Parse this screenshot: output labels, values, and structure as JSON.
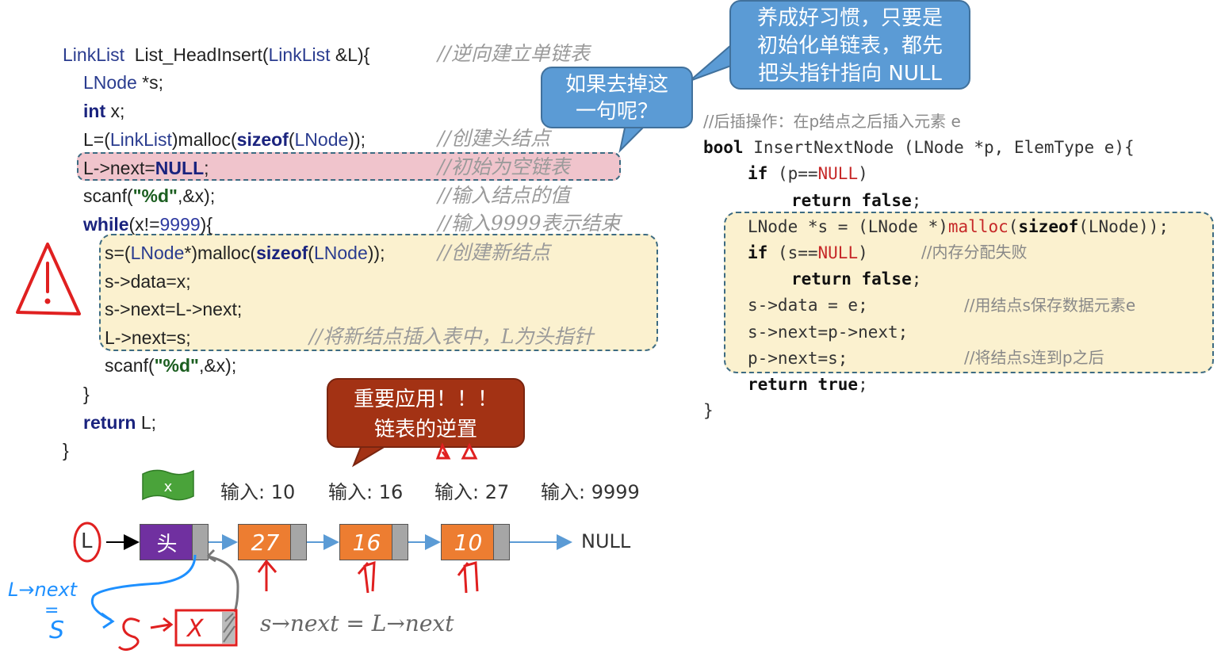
{
  "left_code": {
    "lines": [
      {
        "parts": [
          [
            "ty",
            "LinkList"
          ],
          [
            "",
            "  List_HeadInsert("
          ],
          [
            "ty",
            "LinkList"
          ],
          [
            "",
            " &L){"
          ]
        ]
      },
      {
        "parts": [
          [
            "ty",
            "LNode"
          ],
          [
            "",
            " *s;"
          ]
        ]
      },
      {
        "parts": [
          [
            "kw",
            "int"
          ],
          [
            "",
            " x;"
          ]
        ]
      },
      {
        "parts": [
          [
            "",
            "L=("
          ],
          [
            "ty",
            "LinkList"
          ],
          [
            "",
            ")malloc("
          ],
          [
            "kw",
            "sizeof"
          ],
          [
            "",
            "("
          ],
          [
            "ty",
            "LNode"
          ],
          [
            "",
            "));"
          ]
        ]
      },
      {
        "parts": [
          [
            "",
            "L->next="
          ],
          [
            "kw",
            "NULL"
          ],
          [
            "",
            ";"
          ]
        ]
      },
      {
        "parts": [
          [
            "",
            "scanf("
          ],
          [
            "str",
            "\"%d\""
          ],
          [
            "",
            ",&x);"
          ]
        ]
      },
      {
        "parts": [
          [
            "kw",
            "while"
          ],
          [
            "",
            "(x!="
          ],
          [
            "num",
            "9999"
          ],
          [
            "",
            "){"
          ]
        ]
      },
      {
        "parts": [
          [
            "",
            "s=("
          ],
          [
            "ty",
            "LNode"
          ],
          [
            "",
            "*)malloc("
          ],
          [
            "kw",
            "sizeof"
          ],
          [
            "",
            "("
          ],
          [
            "ty",
            "LNode"
          ],
          [
            "",
            "));"
          ]
        ]
      },
      {
        "parts": [
          [
            "",
            "s->data=x;"
          ]
        ]
      },
      {
        "parts": [
          [
            "",
            "s->next=L->next;"
          ]
        ]
      },
      {
        "parts": [
          [
            "",
            "L->next=s;"
          ]
        ]
      },
      {
        "parts": [
          [
            "",
            "scanf("
          ],
          [
            "str",
            "\"%d\""
          ],
          [
            "",
            ",&x);"
          ]
        ]
      },
      {
        "parts": [
          [
            "",
            "}"
          ]
        ]
      },
      {
        "parts": [
          [
            "kw",
            "return"
          ],
          [
            "",
            " L;"
          ]
        ]
      },
      {
        "parts": [
          [
            "",
            "}"
          ]
        ]
      }
    ],
    "comments": [
      "//逆向建立单链表",
      "//创建头结点",
      "//初始为空链表",
      "//输入结点的值",
      "//输入9999表示结束",
      "//创建新结点",
      "//将新结点插入表中，L为头指针"
    ]
  },
  "right_code": {
    "title_comment": "//后插操作：在p结点之后插入元素 e",
    "lines": [
      [
        [
          "rkw",
          "bool"
        ],
        [
          "",
          " InsertNextNode (LNode *p, ElemType e){"
        ]
      ],
      [
        [
          "rkw",
          "if"
        ],
        [
          "",
          " (p=="
        ],
        [
          "rred",
          "NULL"
        ],
        [
          "",
          ")"
        ]
      ],
      [
        [
          "rkw",
          "return false"
        ],
        [
          "",
          ";"
        ]
      ],
      [
        [
          "",
          "LNode *s = (LNode *)"
        ],
        [
          "rred",
          "malloc"
        ],
        [
          "",
          "("
        ],
        [
          "rkw",
          "sizeof"
        ],
        [
          "",
          "(LNode));"
        ]
      ],
      [
        [
          "rkw",
          "if"
        ],
        [
          "",
          " (s=="
        ],
        [
          "rred",
          "NULL"
        ],
        [
          "",
          ")"
        ]
      ],
      [
        [
          "rkw",
          "return false"
        ],
        [
          "",
          ";"
        ]
      ],
      [
        [
          "",
          "s->data = e;"
        ]
      ],
      [
        [
          "",
          "s->next=p->next;"
        ]
      ],
      [
        [
          "",
          "p->next=s;"
        ]
      ],
      [
        [
          "rkw",
          "return true"
        ],
        [
          "",
          ";"
        ]
      ],
      [
        [
          "",
          "}"
        ]
      ]
    ],
    "comments": [
      "//内存分配失败",
      "//用结点s保存数据元素e",
      "//将结点s连到p之后"
    ]
  },
  "callouts": {
    "habit": [
      "养成好习惯，只要是",
      "初始化单链表，都先",
      "把头指针指向 NULL"
    ],
    "question": [
      "如果去掉这",
      "一句呢？"
    ],
    "important": [
      "重要应用！！！",
      "链表的逆置"
    ]
  },
  "diagram": {
    "flag_label": "x",
    "inputs": [
      "输入: 10",
      "输入: 16",
      "输入: 27",
      "输入: 9999"
    ],
    "head_pointer": "L",
    "head_node": "头",
    "nodes": [
      "27",
      "16",
      "10"
    ],
    "null_label": "NULL",
    "colors": {
      "head": "#7030a0",
      "node": "#ed7d31",
      "annot_blue": "#1e90ff",
      "annot_red": "#e02020"
    }
  },
  "annotations": {
    "l_next": "L→next",
    "eq_s": "=",
    "s_label": "S",
    "s_arrow": "S→",
    "x_box": "X",
    "snext_eq": "s→next = L→next"
  }
}
